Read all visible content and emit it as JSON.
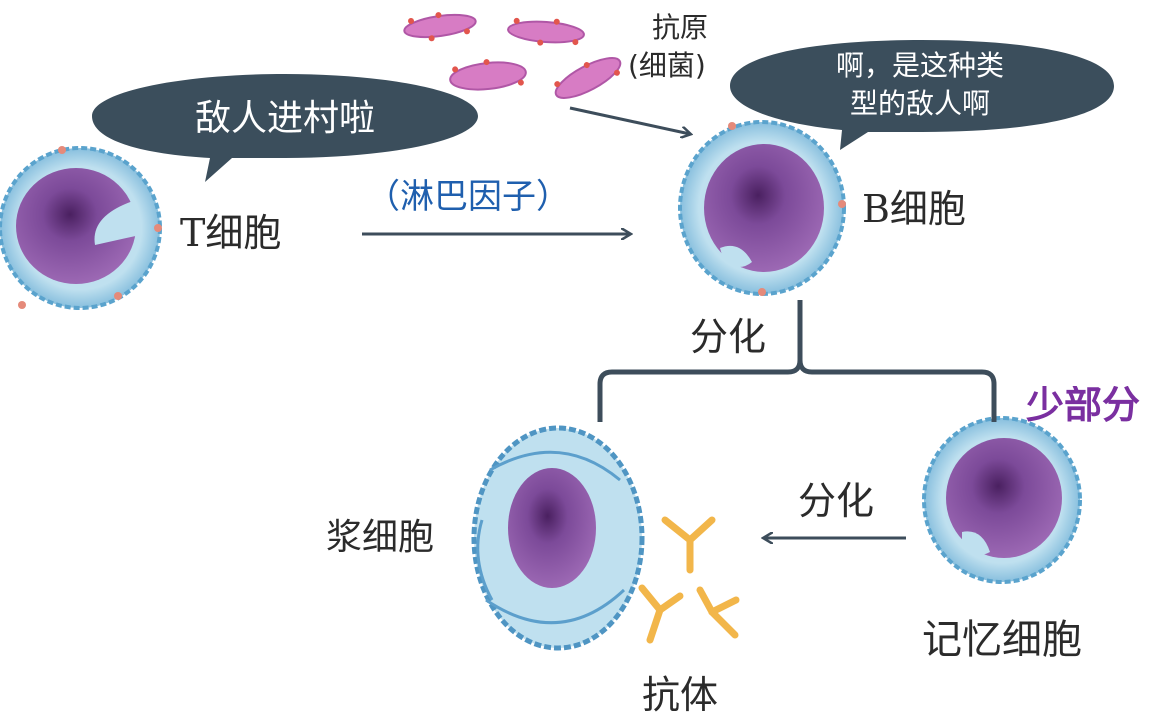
{
  "bubbles": {
    "t_cell_speech": "敌人进村啦",
    "b_cell_speech_line1": "啊，是这种类",
    "b_cell_speech_line2": "型的敌人啊"
  },
  "labels": {
    "antigen_line1": "抗原",
    "antigen_line2": "(细菌)",
    "t_cell": "T细胞",
    "b_cell": "B细胞",
    "lymphokine": "（淋巴因子）",
    "differentiate_top": "分化",
    "differentiate_bottom": "分化",
    "plasma_cell": "浆细胞",
    "memory_cell": "记忆细胞",
    "antibody": "抗体",
    "small_part": "少部分"
  },
  "colors": {
    "bubble": "#3b4e5c",
    "arrow": "#3d4d5b",
    "lymphokine_text": "#1f5fae",
    "highlight_text": "#7a2fa0",
    "cell_membrane": "#8cc3df",
    "cell_nucleus": "#6b3a86",
    "antigen": "#d77cc4",
    "antibody": "#f2b64a"
  }
}
